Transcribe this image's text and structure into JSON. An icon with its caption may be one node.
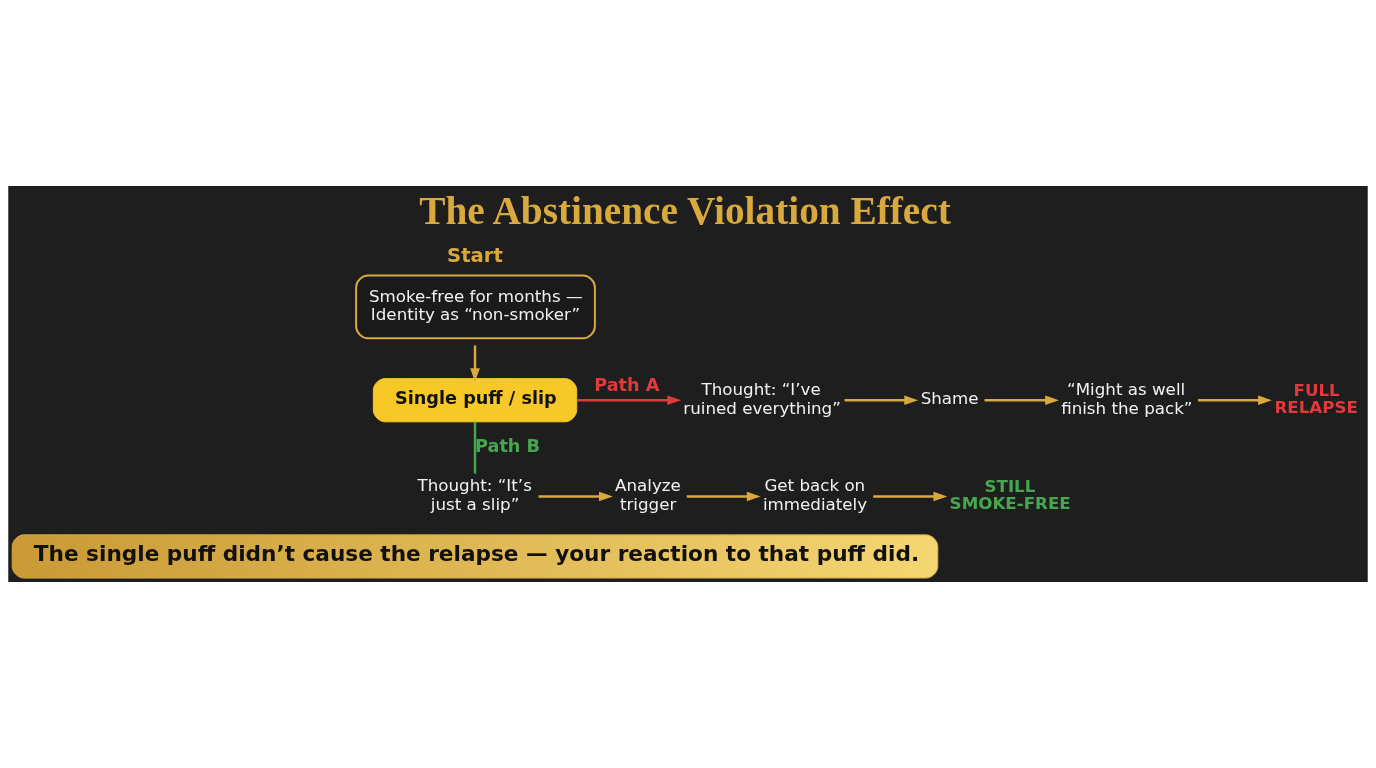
{
  "diagram": {
    "title": "The Abstinence Violation Effect",
    "nodes": [
      {
        "text": [
          "Start",
          "Smoke-free for months — Identity as “non-smoker”"
        ]
      },
      {
        "text": [
          "Single puff / slip"
        ]
      },
      {
        "text": [
          "Thought: “I’ve ruined everything”"
        ]
      },
      {
        "text": [
          "Shame"
        ]
      },
      {
        "text": [
          "“Might as well finish the pack”"
        ]
      },
      {
        "text": [
          "FULL RELAPSE"
        ]
      },
      {
        "text": [
          "Thought: “It’s just a slip”"
        ]
      },
      {
        "text": [
          "Analyze trigger"
        ]
      },
      {
        "text": [
          "Get back on immediately"
        ]
      },
      {
        "text": [
          "STILL SMOKE-FREE"
        ]
      },
      {
        "text": [
          "The single puff didn’t cause the relapse — your reaction to that puff did."
        ]
      }
    ],
    "edges": [
      {
        "from": 0,
        "to": 1,
        "arrow": "to"
      },
      {
        "from": 1,
        "to": 2,
        "arrow": "to",
        "label": "Path A",
        "color": "#e03a3a"
      },
      {
        "from": 2,
        "to": 3,
        "arrow": "to"
      },
      {
        "from": 3,
        "to": 4,
        "arrow": "to"
      },
      {
        "from": 4,
        "to": 5,
        "arrow": "to"
      },
      {
        "from": 1,
        "to": 6,
        "arrow": "none",
        "label": "Path B",
        "color": "#45a84f"
      },
      {
        "from": 6,
        "to": 7,
        "arrow": "to"
      },
      {
        "from": 7,
        "to": 8,
        "arrow": "to"
      },
      {
        "from": 8,
        "to": 9,
        "arrow": "to"
      }
    ]
  }
}
